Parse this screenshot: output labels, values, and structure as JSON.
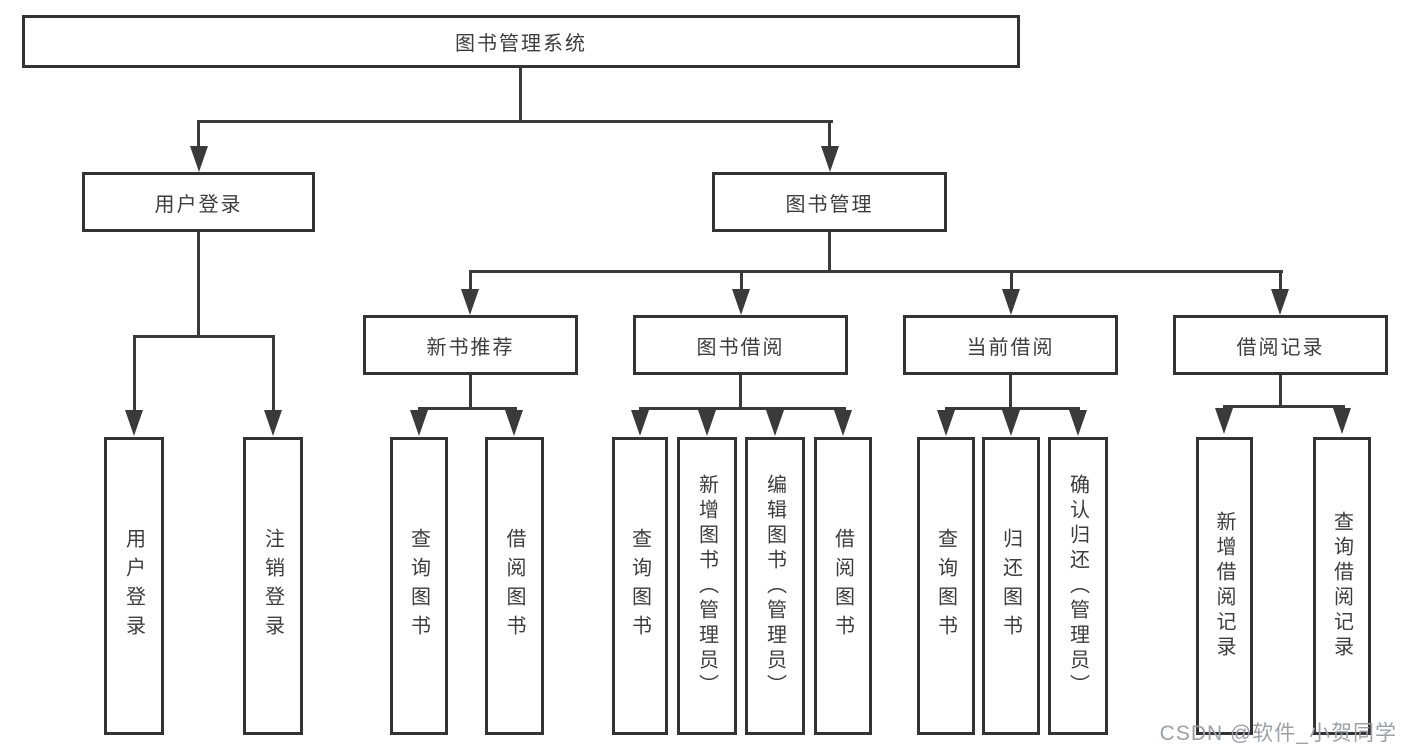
{
  "tree": {
    "label": "图书管理系统",
    "children": [
      {
        "label": "用户登录",
        "children": [
          {
            "label": "用户登录"
          },
          {
            "label": "注销登录"
          }
        ]
      },
      {
        "label": "图书管理",
        "children": [
          {
            "label": "新书推荐",
            "children": [
              {
                "label": "查询图书"
              },
              {
                "label": "借阅图书"
              }
            ]
          },
          {
            "label": "图书借阅",
            "children": [
              {
                "label": "查询图书"
              },
              {
                "label": "新增图书（管理员）"
              },
              {
                "label": "编辑图书（管理员）"
              },
              {
                "label": "借阅图书"
              }
            ]
          },
          {
            "label": "当前借阅",
            "children": [
              {
                "label": "查询图书"
              },
              {
                "label": "归还图书"
              },
              {
                "label": "确认归还（管理员）"
              }
            ]
          },
          {
            "label": "借阅记录",
            "children": [
              {
                "label": "新增借阅记录"
              },
              {
                "label": "查询借阅记录"
              }
            ]
          }
        ]
      }
    ]
  },
  "watermark": {
    "text": "CSDN @软件_小贺同学"
  },
  "colors": {
    "background": "#ffffff",
    "line": "#3a3a3a",
    "box_border": "#333333",
    "text": "#3d3d3d",
    "watermark": "#9aa1a7"
  }
}
